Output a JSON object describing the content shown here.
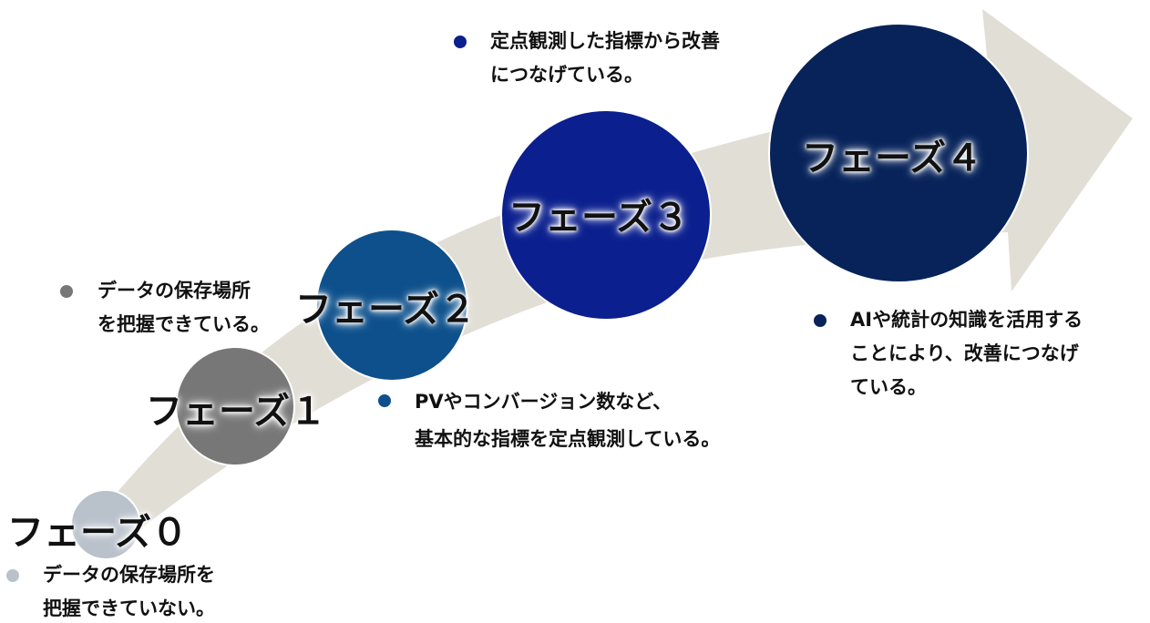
{
  "colors": {
    "arrow": "#e1ded6",
    "phase0": "#b9c1cb",
    "phase1": "#777777",
    "phase2": "#0d508c",
    "phase3": "#0b1f8e",
    "phase4": "#07235a"
  },
  "phases": [
    {
      "label": "フェーズ０",
      "lines": [
        "データの保存場所を",
        "把握できていない。"
      ]
    },
    {
      "label": "フェーズ１",
      "lines": [
        "データの保存場所",
        "を把握できている。"
      ]
    },
    {
      "label": "フェーズ２",
      "lines": [
        "PVやコンバージョン数など、",
        "基本的な指標を定点観測している。"
      ]
    },
    {
      "label": "フェーズ３",
      "lines": [
        "定点観測した指標から改善",
        "につなげている。"
      ]
    },
    {
      "label": "フェーズ４",
      "lines": [
        "AIや統計の知識を活用する",
        "ことにより、改善につなげ",
        "ている。"
      ]
    }
  ]
}
